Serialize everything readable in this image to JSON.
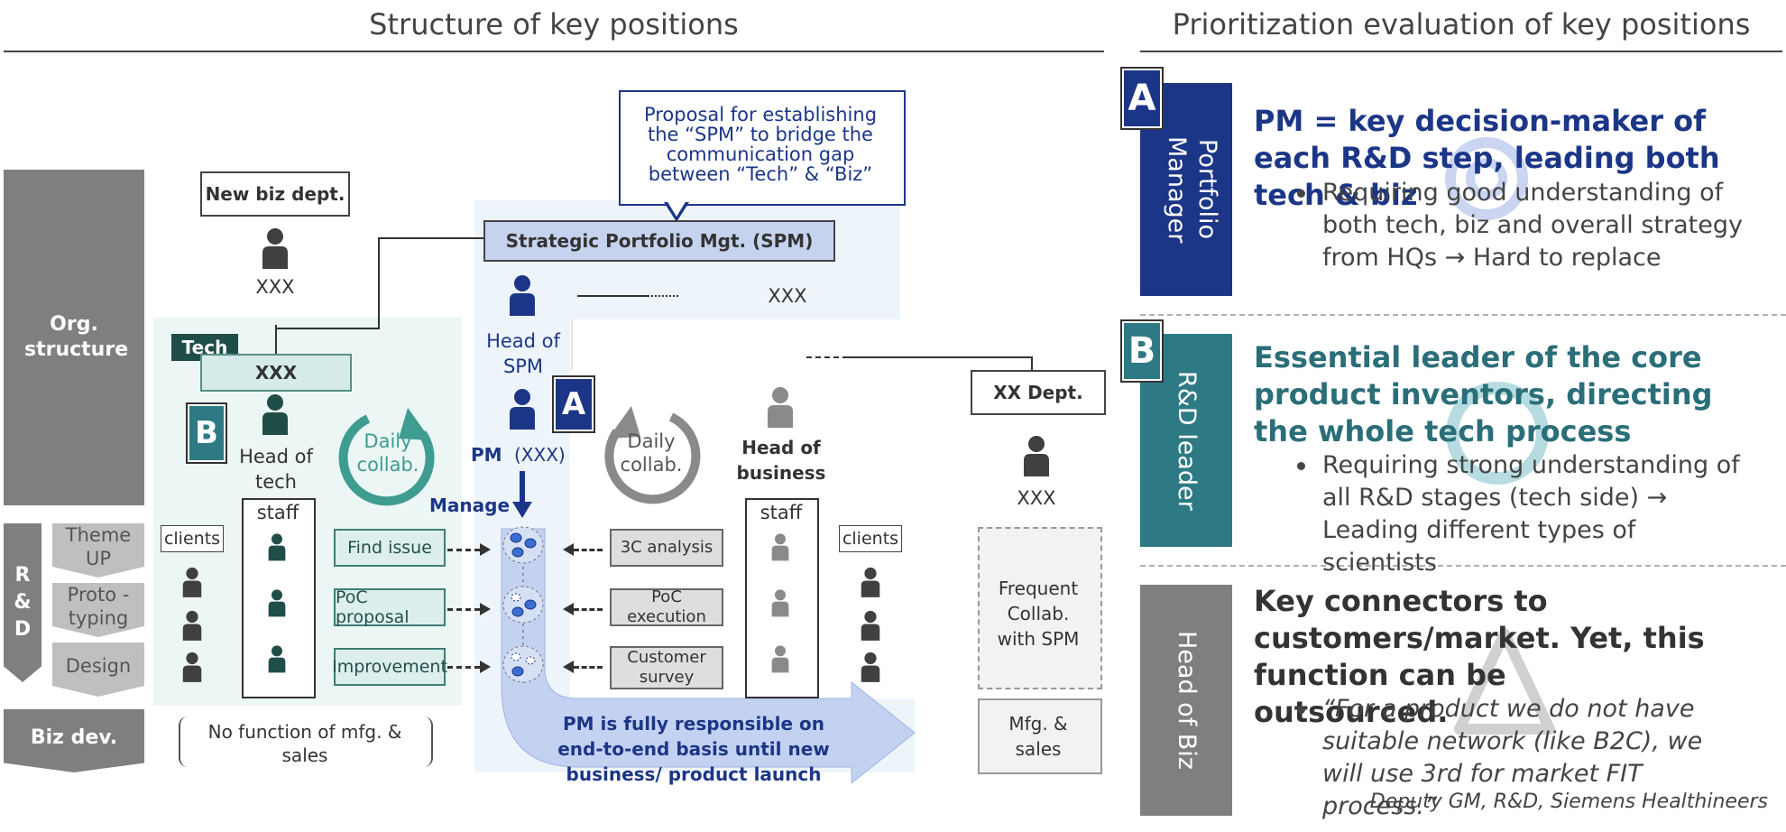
{
  "headers": {
    "left": "Structure of key positions",
    "right": "Prioritization evaluation of key positions"
  },
  "left_axis": {
    "org": "Org. structure",
    "rd": "R & D",
    "theme": "Theme UP",
    "proto": "Proto -typing",
    "design": "Design",
    "biz": "Biz dev."
  },
  "diagram": {
    "new_biz": "New biz dept.",
    "xxx_new": "XXX",
    "tech_tag": "Tech",
    "tech_box": "XXX",
    "b_badge": "B",
    "head_of_tech": "Head of tech",
    "daily_collab_left": "Daily collab.",
    "staff_left": "staff",
    "clients_left": "clients",
    "find_issue": "Find issue",
    "poc_proposal": "PoC proposal",
    "improvement": "Improvement",
    "no_function": "No function of mfg. & sales",
    "callout": "Proposal for establishing the “SPM” to bridge the communication gap between “Tech” & “Biz”",
    "spm": "Strategic Portfolio Mgt. (SPM)",
    "head_of_spm": "Head of SPM",
    "xxx_spm": "XXX",
    "a_badge": "A",
    "pm_label": "PM",
    "pm_xxx": "(XXX)",
    "manage": "Manage",
    "daily_collab_right": "Daily collab.",
    "head_of_business": "Head of business",
    "staff_right": "staff",
    "clients_right": "clients",
    "analysis_3c": "3C analysis",
    "poc_execution": "PoC execution",
    "customer_survey": "Customer survey",
    "pm_arrow_text": "PM is fully responsible on end-to-end basis until new business/ product launch",
    "xx_dept": "XX Dept.",
    "xxx_dept": "XXX",
    "frequent": "Frequent Collab. with SPM",
    "mfg_sales": "Mfg. & sales"
  },
  "right": {
    "rows": [
      {
        "badge": "A",
        "role": "Portfolio Manager",
        "title": "PM = key decision-maker of each R&D step, leading both tech & biz",
        "bullet": "Requiring good understanding of both tech, biz and overall strategy from HQs → Hard to replace",
        "color": "#1c3687",
        "symbol": "double-circle"
      },
      {
        "badge": "B",
        "role": "R&D leader",
        "title": "Essential leader of the core product inventors, directing the whole tech process",
        "bullet": "Requiring strong understanding of all R&D stages (tech side) → Leading different types of scientists",
        "color": "#2d7a84",
        "symbol": "circle"
      },
      {
        "badge": "",
        "role": "Head of Biz",
        "title": "Key connectors to customers/market. Yet, this function can be outsourced.",
        "bullet": "“For a product we do not have suitable network (like B2C), we will use 3rd for market FIT process.”",
        "source": "Deputy GM, R&D, Siemens Healthineers",
        "color": "#7f7f7f",
        "symbol": "triangle"
      }
    ]
  }
}
